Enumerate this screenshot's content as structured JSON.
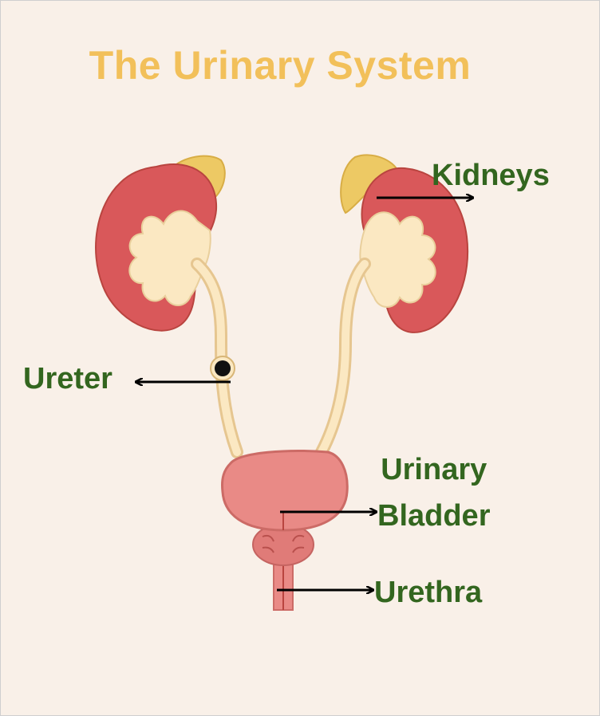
{
  "title": "The Urinary System",
  "labels": {
    "kidneys": "Kidneys",
    "ureter": "Ureter",
    "bladder_line1": "Urinary",
    "bladder_line2": "Bladder",
    "urethra": "Urethra"
  },
  "colors": {
    "background": "#f9f0e8",
    "title": "#f2c05a",
    "label": "#33661f",
    "kidney": "#d9585a",
    "pelvis": "#fbe8c2",
    "adrenal": "#edc964",
    "bladder": "#e98a86",
    "arrow": "#000000"
  }
}
